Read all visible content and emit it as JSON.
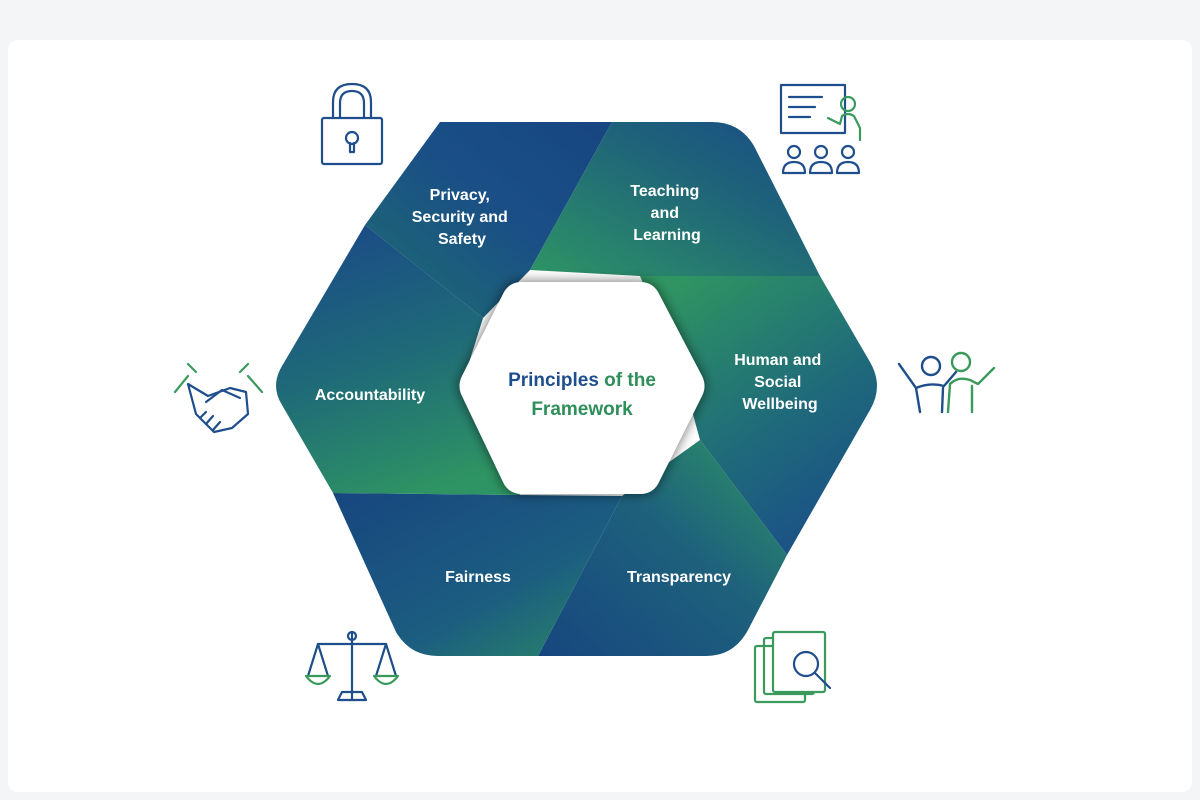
{
  "center": {
    "line1_a": "Principles",
    "line1_b": " of the",
    "line2": "Framework"
  },
  "segments": [
    {
      "id": "privacy",
      "label_lines": [
        "Privacy,",
        "Security and",
        "Safety"
      ],
      "icon": "padlock-icon"
    },
    {
      "id": "teaching",
      "label_lines": [
        "Teaching",
        "and",
        "Learning"
      ],
      "icon": "teacher-presentation-icon"
    },
    {
      "id": "human",
      "label_lines": [
        "Human and",
        "Social",
        "Wellbeing"
      ],
      "icon": "people-cheering-icon"
    },
    {
      "id": "transparency",
      "label_lines": [
        "Transparency"
      ],
      "icon": "document-search-icon"
    },
    {
      "id": "fairness",
      "label_lines": [
        "Fairness"
      ],
      "icon": "balance-scale-icon"
    },
    {
      "id": "accountability",
      "label_lines": [
        "Accountability"
      ],
      "icon": "handshake-icon"
    }
  ],
  "colors": {
    "navy": "#1b4a86",
    "green": "#2e9160",
    "teal": "#1f6a78",
    "center_navy": "#1f4e8c",
    "center_green": "#2f8f5a"
  }
}
